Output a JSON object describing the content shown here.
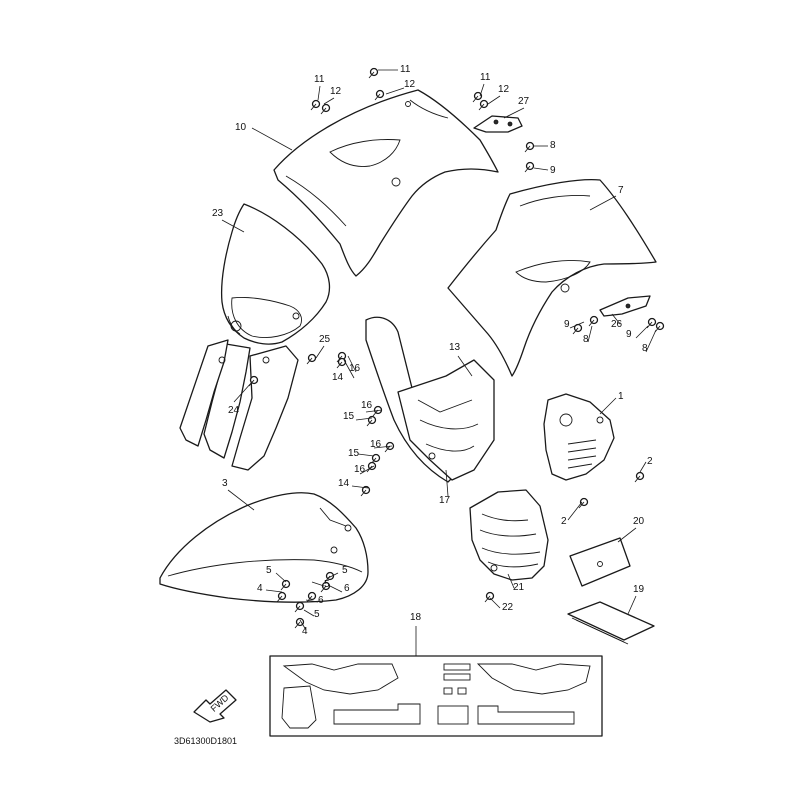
{
  "diagram": {
    "drawing_code": "3D61300D1801",
    "fwd_label": "FWD",
    "callouts": [
      {
        "id": "c11a",
        "text": "11"
      },
      {
        "id": "c12a",
        "text": "12"
      },
      {
        "id": "c11b",
        "text": "11"
      },
      {
        "id": "c12b",
        "text": "12"
      },
      {
        "id": "c11c",
        "text": "11"
      },
      {
        "id": "c12c",
        "text": "12"
      },
      {
        "id": "c27",
        "text": "27"
      },
      {
        "id": "c10",
        "text": "10"
      },
      {
        "id": "c8a",
        "text": "8"
      },
      {
        "id": "c9a",
        "text": "9"
      },
      {
        "id": "c7",
        "text": "7"
      },
      {
        "id": "c23",
        "text": "23"
      },
      {
        "id": "c9b",
        "text": "9"
      },
      {
        "id": "c8b",
        "text": "8"
      },
      {
        "id": "c26",
        "text": "26"
      },
      {
        "id": "c9c",
        "text": "9"
      },
      {
        "id": "c8c",
        "text": "8"
      },
      {
        "id": "c25",
        "text": "25"
      },
      {
        "id": "c16a",
        "text": "16"
      },
      {
        "id": "c14a",
        "text": "14"
      },
      {
        "id": "c13",
        "text": "13"
      },
      {
        "id": "c24",
        "text": "24"
      },
      {
        "id": "c16b",
        "text": "16"
      },
      {
        "id": "c15a",
        "text": "15"
      },
      {
        "id": "c16c",
        "text": "16"
      },
      {
        "id": "c15b",
        "text": "15"
      },
      {
        "id": "c16d",
        "text": "16"
      },
      {
        "id": "c14b",
        "text": "14"
      },
      {
        "id": "c17",
        "text": "17"
      },
      {
        "id": "c1",
        "text": "1"
      },
      {
        "id": "c2a",
        "text": "2"
      },
      {
        "id": "c2b",
        "text": "2"
      },
      {
        "id": "c3",
        "text": "3"
      },
      {
        "id": "c20",
        "text": "20"
      },
      {
        "id": "c5a",
        "text": "5"
      },
      {
        "id": "c5b",
        "text": "5"
      },
      {
        "id": "c4a",
        "text": "4"
      },
      {
        "id": "c6a",
        "text": "6"
      },
      {
        "id": "c5c",
        "text": "5"
      },
      {
        "id": "c6b",
        "text": "6"
      },
      {
        "id": "c5d",
        "text": "5"
      },
      {
        "id": "c4b",
        "text": "4"
      },
      {
        "id": "c21",
        "text": "21"
      },
      {
        "id": "c22",
        "text": "22"
      },
      {
        "id": "c19",
        "text": "19"
      },
      {
        "id": "c18",
        "text": "18"
      }
    ]
  }
}
